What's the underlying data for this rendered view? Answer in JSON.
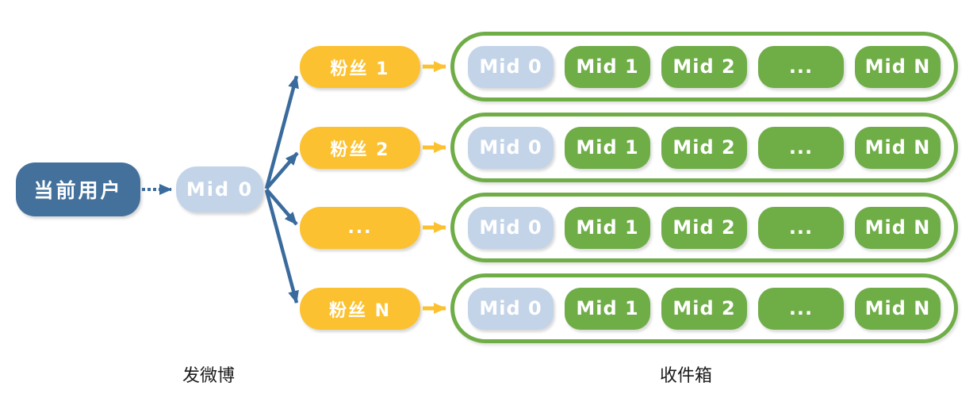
{
  "colors": {
    "canvas-bg": "#ffffff",
    "dark-blue": "#44719c",
    "light-blue": "#c3d4e9",
    "yellow": "#fcc130",
    "green": "#6fad47",
    "arrow-blue": "#3a6b9d",
    "text-white": "#ffffff",
    "caption-color": "#1c1c1c"
  },
  "nodes": {
    "current_user": "当前用户",
    "mid0": "Mid 0"
  },
  "fans": [
    {
      "label": "粉丝 1"
    },
    {
      "label": "粉丝 2"
    },
    {
      "label": "..."
    },
    {
      "label": "粉丝 N"
    }
  ],
  "inbox": {
    "rows": 4,
    "items": [
      "Mid 0",
      "Mid 1",
      "Mid 2",
      "...",
      "Mid N"
    ]
  },
  "captions": {
    "publish": "发微博",
    "inbox": "收件箱"
  }
}
